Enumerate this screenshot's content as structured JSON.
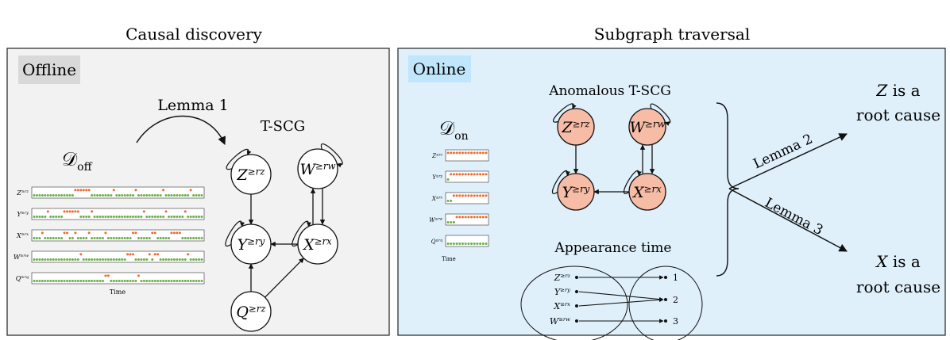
{
  "titles": {
    "left": "Causal discovery",
    "right": "Subgraph traversal"
  },
  "badges": {
    "offline": "Offline",
    "online": "Online"
  },
  "offline": {
    "lemma1": "Lemma 1",
    "graph_label": "T-SCG",
    "dataset_main": "𝒟",
    "dataset_sub": "off",
    "time_label": "Time",
    "rows": [
      {
        "var": "Z",
        "sup": "≥rz"
      },
      {
        "var": "Y",
        "sup": "≥ry"
      },
      {
        "var": "X",
        "sup": "≥rx"
      },
      {
        "var": "W",
        "sup": "≥rw"
      },
      {
        "var": "Q",
        "sup": "≥rq"
      }
    ],
    "nodes": [
      {
        "id": "Z",
        "var": "Z",
        "sup": "≥rz"
      },
      {
        "id": "W",
        "var": "W",
        "sup": "≥rw"
      },
      {
        "id": "Y",
        "var": "Y",
        "sup": "≥ry"
      },
      {
        "id": "X",
        "var": "X",
        "sup": "≥rx"
      },
      {
        "id": "Q",
        "var": "Q",
        "sup": "≥rz"
      }
    ]
  },
  "online": {
    "graph_label": "Anomalous T-SCG",
    "dataset_main": "𝒟",
    "dataset_sub": "on",
    "time_label": "Time",
    "appearance_label": "Appearance time",
    "rows": [
      {
        "var": "Z",
        "sup": "≥rz"
      },
      {
        "var": "Y",
        "sup": "≥ry"
      },
      {
        "var": "X",
        "sup": "≥rx"
      },
      {
        "var": "W",
        "sup": "≥rw"
      },
      {
        "var": "Q",
        "sup": "≥rq"
      }
    ],
    "nodes": [
      {
        "id": "Z",
        "var": "Z",
        "sup": "≥rz"
      },
      {
        "id": "W",
        "var": "W",
        "sup": "≥rw"
      },
      {
        "id": "Y",
        "var": "Y",
        "sup": "≥ry"
      },
      {
        "id": "X",
        "var": "X",
        "sup": "≥rx"
      }
    ],
    "appearance_left": [
      {
        "var": "Z",
        "sup": "≥rz"
      },
      {
        "var": "Y",
        "sup": "≥ry"
      },
      {
        "var": "X",
        "sup": "≥rx"
      },
      {
        "var": "W",
        "sup": "≥rw"
      }
    ],
    "appearance_right": [
      "1",
      "2",
      "3"
    ],
    "lemma2": "Lemma 2",
    "lemma3": "Lemma 3",
    "result_top": {
      "var": "Z",
      "line1": " is a",
      "line2": "root cause"
    },
    "result_bottom": {
      "var": "X",
      "line1": " is a",
      "line2": "root cause"
    }
  },
  "colors": {
    "left_bg": "#f2f2f2",
    "right_bg": "#dff0fb",
    "offline_badge": "#d9d9d9",
    "online_badge": "#bfe6fa",
    "node_anomalous": "#f7bca6",
    "series_green": "#6ab04c",
    "series_orange": "#ee6a2c"
  }
}
